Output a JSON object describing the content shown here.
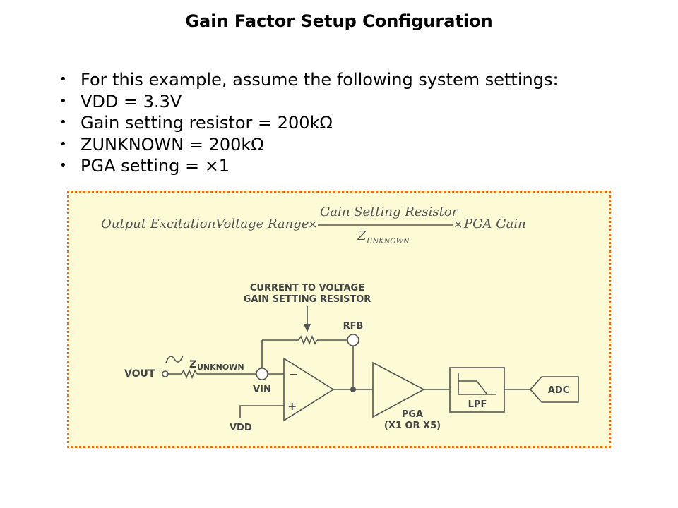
{
  "slide": {
    "title": "Gain Factor Setup Configuration",
    "bullets": [
      "For this example, assume the following system settings:",
      "VDD = 3.3V",
      "Gain setting resistor = 200kΩ",
      "ZUNKNOWN = 200kΩ",
      "PGA setting = ×1"
    ],
    "bullet_symbol": "•"
  },
  "formula": {
    "left_term": "Output ExcitationVoltage Range",
    "times1": "×",
    "numerator": "Gain Setting Resistor",
    "denominator_main": "Z",
    "denominator_sub": "UNKNOWN",
    "times2": "×",
    "right_term": "PGA Gain"
  },
  "circuit": {
    "annotation_line1": "CURRENT TO VOLTAGE",
    "annotation_line2": "GAIN SETTING RESISTOR",
    "rfb_label": "RFB",
    "vout_label": "VOUT",
    "zunknown_main": "Z",
    "zunknown_sub": "UNKNOWN",
    "vin_label": "VIN",
    "minus_sign": "−",
    "plus_sign": "+",
    "vdd_label": "VDD",
    "pga_label": "PGA",
    "pga_sub_label": "(X1 OR X5)",
    "lpf_label": "LPF",
    "adc_label": "ADC"
  },
  "colors": {
    "diagram_background": "#fdfbd6",
    "dotted_border": "#e8721a",
    "diagram_ink": "#555555"
  }
}
